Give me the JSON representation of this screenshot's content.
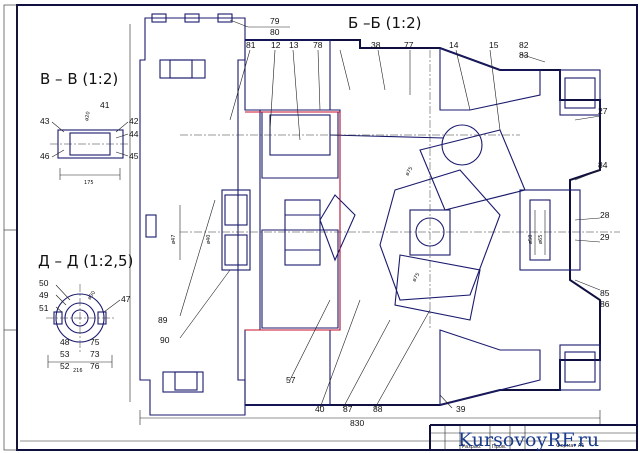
{
  "sections": {
    "main": "Б –Б (1:2)",
    "vv": "В – В (1:2)",
    "dd": "Д – Д (1:2,5)"
  },
  "part_numbers": {
    "n79": "79",
    "n80": "80",
    "n81": "81",
    "n12": "12",
    "n13": "13",
    "n78": "78",
    "n38": "38",
    "n77": "77",
    "n14": "14",
    "n15": "15",
    "n82": "82",
    "n83": "83",
    "n27": "27",
    "n84": "84",
    "n28": "28",
    "n29": "29",
    "n85": "85",
    "n86": "86",
    "n89": "89",
    "n90": "90",
    "n57": "57",
    "n40": "40",
    "n87": "87",
    "n88": "88",
    "n39": "39",
    "n43": "43",
    "n41": "41",
    "n42": "42",
    "n44": "44",
    "n46": "46",
    "n45": "45",
    "n50": "50",
    "n49": "49",
    "n51": "51",
    "n47": "47",
    "n48": "48",
    "n53": "53",
    "n52": "52",
    "n75": "75",
    "n73": "73",
    "n76": "76"
  },
  "dimensions": {
    "d830": "830",
    "d175": "175",
    "d216": "216"
  },
  "title_block": {
    "developer_label": "Разраб.",
    "checked_label": "Пров.",
    "format": "Формат   А1"
  },
  "watermark": {
    "text": "KursovoyRF.ru",
    "colors": {
      "kursovoy": "#1b3c8c",
      "rf": "#d2202f",
      "ru": "#1b3c8c"
    }
  }
}
